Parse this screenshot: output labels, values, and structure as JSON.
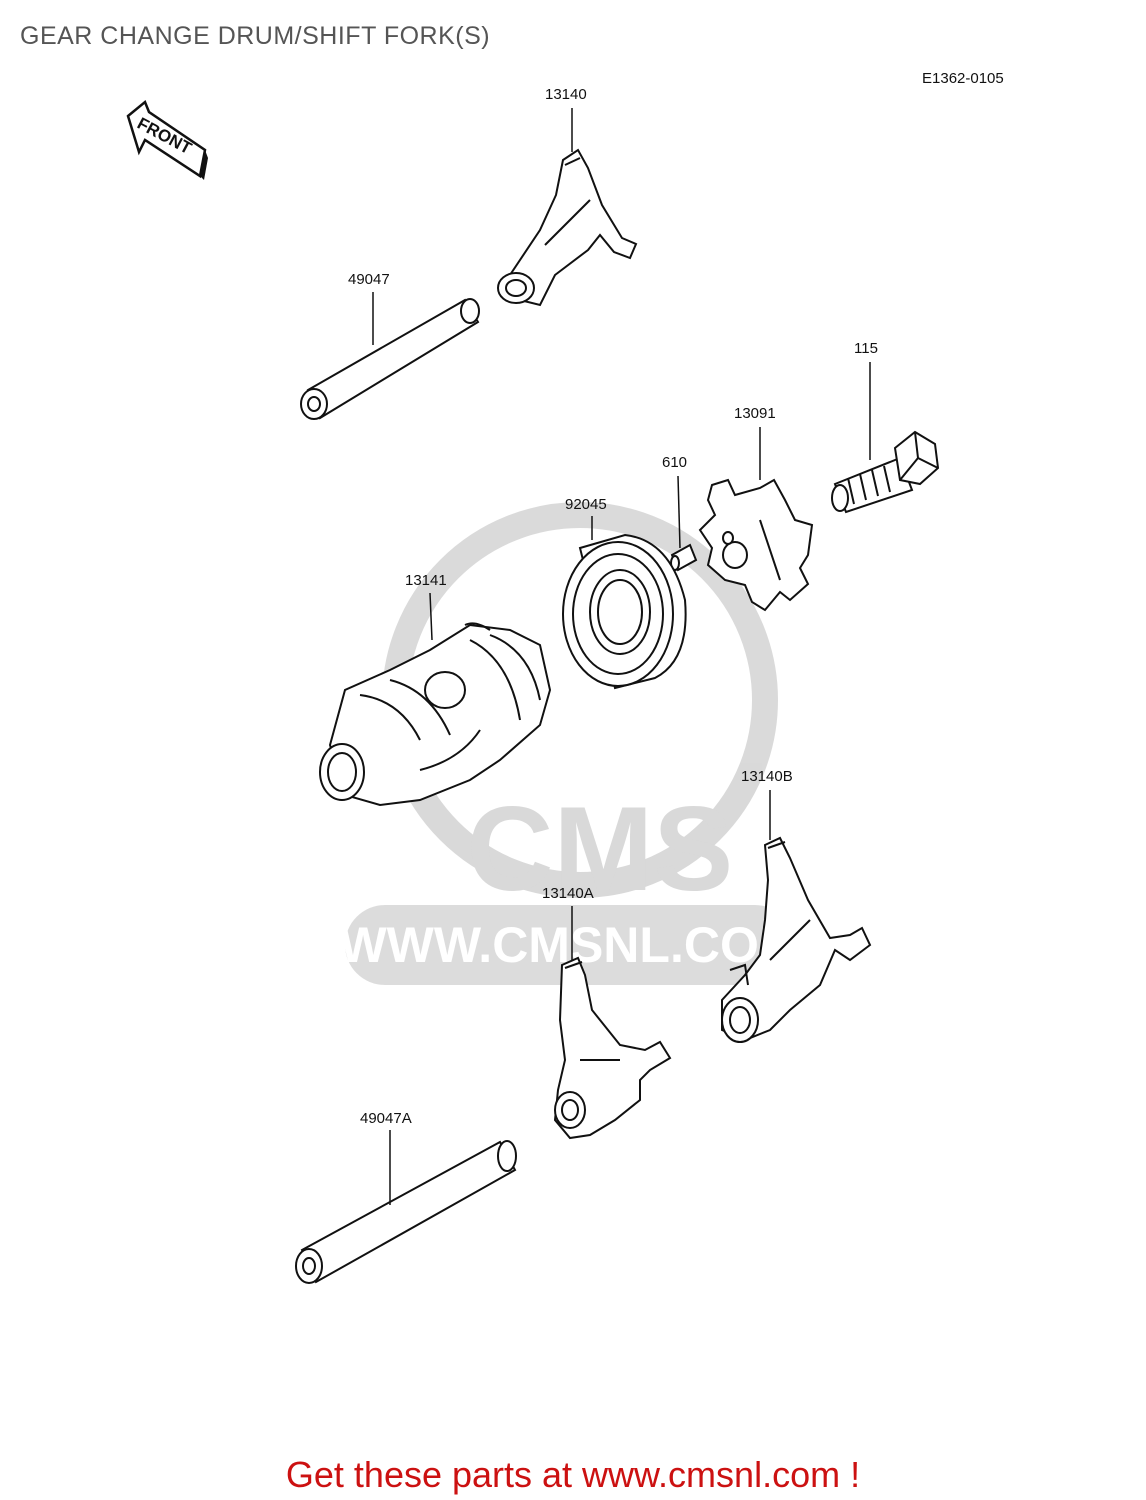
{
  "header": {
    "title": "GEAR CHANGE DRUM/SHIFT FORK(S)",
    "diagram_code": "E1362-0105"
  },
  "orientation_marker": {
    "label": "FRONT",
    "icon": "front-arrow-icon"
  },
  "parts": [
    {
      "id": "13140",
      "label": "13140",
      "name": "shift fork (upper)"
    },
    {
      "id": "49047",
      "label": "49047",
      "name": "shift rod (upper)"
    },
    {
      "id": "115",
      "label": "115",
      "name": "bolt"
    },
    {
      "id": "13091",
      "label": "13091",
      "name": "drum pin plate"
    },
    {
      "id": "610",
      "label": "610",
      "name": "pin"
    },
    {
      "id": "92045",
      "label": "92045",
      "name": "ball bearing"
    },
    {
      "id": "13141",
      "label": "13141",
      "name": "gear change drum"
    },
    {
      "id": "13140B",
      "label": "13140B",
      "name": "shift fork B"
    },
    {
      "id": "13140A",
      "label": "13140A",
      "name": "shift fork A"
    },
    {
      "id": "49047A",
      "label": "49047A",
      "name": "shift rod (lower)"
    }
  ],
  "watermark": {
    "brand": "CMS",
    "url": "WWW.CMSNL.COM"
  },
  "footer": {
    "cta": "Get these parts at www.cmsnl.com !",
    "cta_color": "#cc1111"
  }
}
